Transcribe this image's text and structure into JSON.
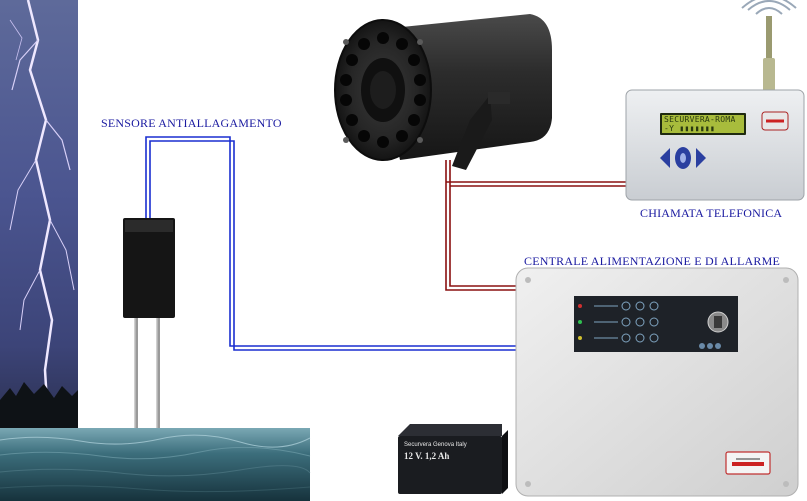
{
  "labels": {
    "sensor": "SENSORE ANTIALLAGAMENTO",
    "phone": "CHIAMATA TELEFONICA",
    "control": "CENTRALE ALIMENTAZIONE E DI ALLARME"
  },
  "dialer": {
    "lcd_line1": "SECURVERA-ROMA",
    "lcd_line2": "-Y ▮▮▮▮▮▮▮"
  },
  "battery": {
    "brand": "Securvera Genova Italy",
    "rating": "12 V. 1,2 Ah"
  },
  "colors": {
    "label_text": "#1a1aa0",
    "sensor_wire": "#1a2fd0",
    "siren_wire": "#8a1010",
    "box_body": "#e4e4e4",
    "panel_dark": "#1e2228"
  }
}
